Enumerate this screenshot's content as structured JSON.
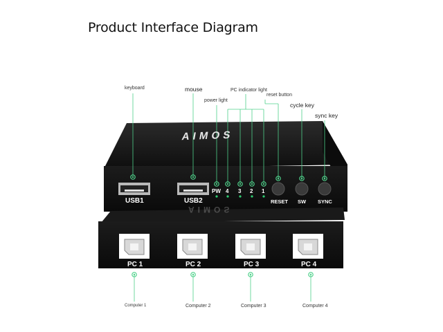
{
  "title": "Product Interface Diagram",
  "brand": "AIMOS",
  "callouts": {
    "keyboard": "keyboard",
    "mouse": "mouse",
    "pc_indicator": "PC indicator light",
    "power_light": "power light",
    "reset_button": "reset button",
    "cycle_key": "cycle key",
    "sync_key": "sync key",
    "computer1": "Computer 1",
    "computer2": "Computer 2",
    "computer3": "Computer 3",
    "computer4": "Computer 4"
  },
  "front_panel": {
    "usb1": "USB1",
    "usb2": "USB2",
    "pw": "PW",
    "led4": "4",
    "led3": "3",
    "led2": "2",
    "led1": "1",
    "reset": "RESET",
    "sw": "SW",
    "sync": "SYNC"
  },
  "back_panel": {
    "pc1": "PC 1",
    "pc2": "PC 2",
    "pc3": "PC 3",
    "pc4": "PC 4"
  },
  "colors": {
    "marker": "#4fd18b",
    "device": "#161616",
    "led": "#2ecc71"
  }
}
